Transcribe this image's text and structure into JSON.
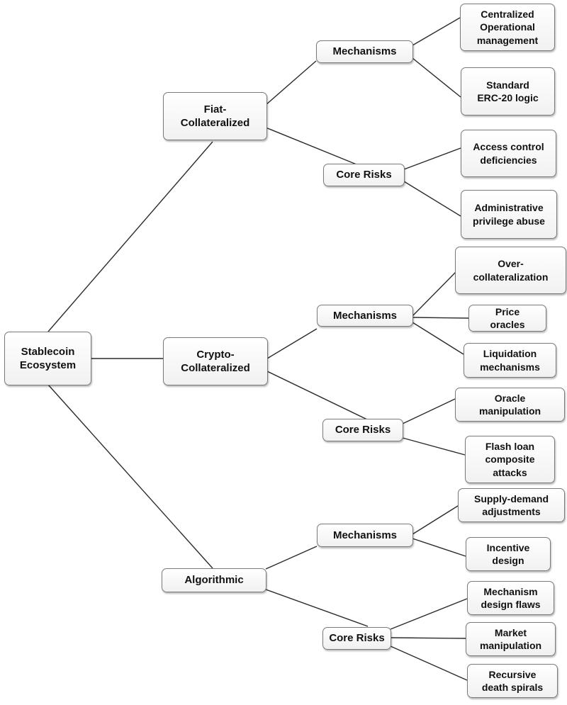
{
  "root": "Stablecoin\nEcosystem",
  "categories": [
    {
      "label": "Fiat-\nCollateralized",
      "mechanisms": {
        "label": "Mechanisms",
        "items": [
          "Centralized\nOperational\nmanagement",
          "Standard\nERC-20 logic"
        ]
      },
      "core_risks": {
        "label": "Core Risks",
        "items": [
          "Access control\ndeficiencies",
          "Administrative\nprivilege abuse"
        ]
      }
    },
    {
      "label": "Crypto-\nCollateralized",
      "mechanisms": {
        "label": "Mechanisms",
        "items": [
          "Over-\ncollateralization",
          "Price\noracles",
          "Liquidation\nmechanisms"
        ]
      },
      "core_risks": {
        "label": "Core Risks",
        "items": [
          "Oracle\nmanipulation",
          "Flash loan\ncomposite\nattacks"
        ]
      }
    },
    {
      "label": "Algorithmic",
      "mechanisms": {
        "label": "Mechanisms",
        "items": [
          "Supply-demand\nadjustments",
          "Incentive\ndesign"
        ]
      },
      "core_risks": {
        "label": "Core Risks",
        "items": [
          "Mechanism\ndesign flaws",
          "Market\nmanipulation",
          "Recursive\ndeath spirals"
        ]
      }
    }
  ]
}
